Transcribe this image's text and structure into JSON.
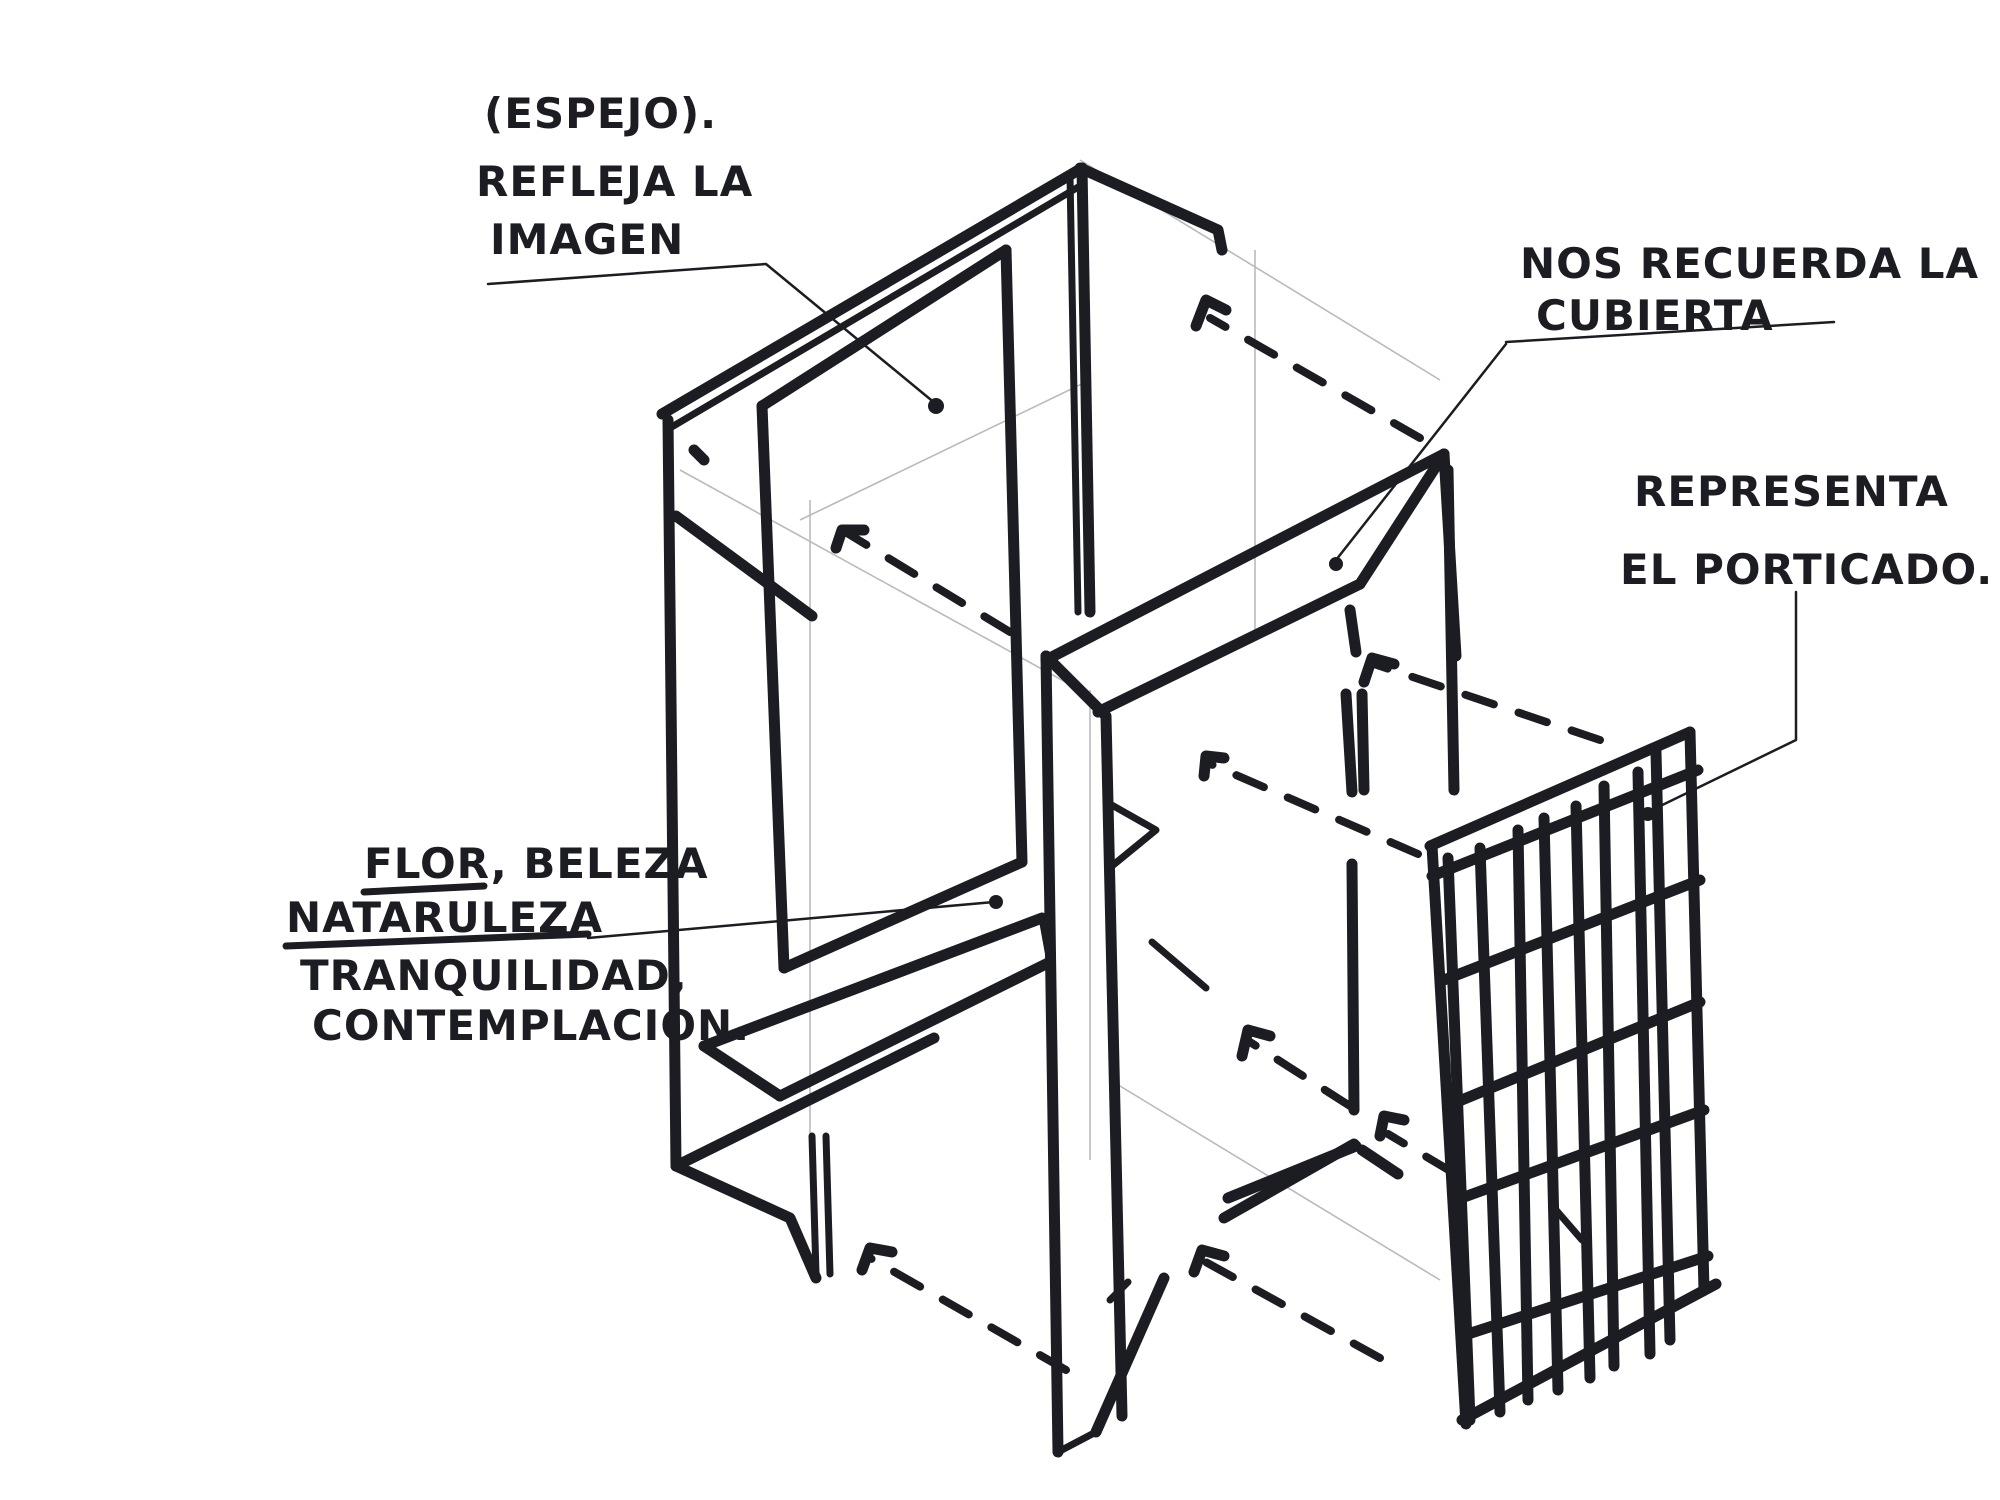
{
  "annotations": {
    "mirror": {
      "line1": "(ESPEJO).",
      "line2": "REFLEJA LA",
      "line3": "IMAGEN"
    },
    "roof": {
      "line1": "NOS RECUERDA LA",
      "line2": "CUBIERTA"
    },
    "portico": {
      "line1": "REPRESENTA",
      "line2": "EL PORTICADO."
    },
    "flower": {
      "line1": "FLOR, BELEZA",
      "line2": "NATARULEZA",
      "line3": "TRANQUILIDAD,",
      "line4": "CONTEMPLACION."
    }
  }
}
